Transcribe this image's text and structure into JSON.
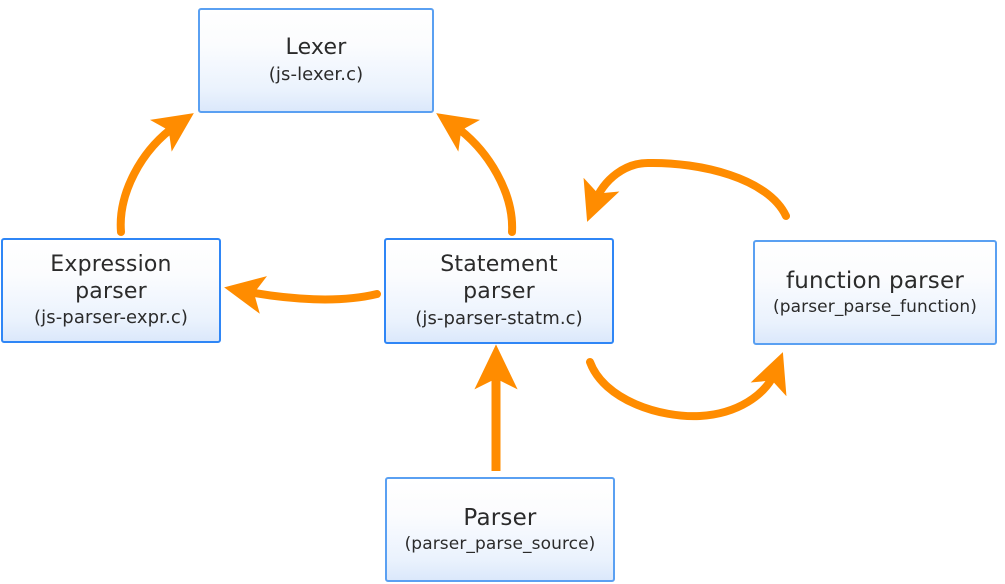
{
  "diagram": {
    "type": "flow-diagram",
    "background_color": "#ffffff",
    "node_border_color": "#5AA0F2",
    "arrow_color": "#FF8C00",
    "nodes": [
      {
        "id": "lexer",
        "title": "Lexer",
        "subtitle": "(js-lexer.c)"
      },
      {
        "id": "expression-parser",
        "title": "Expression\nparser",
        "subtitle": "(js-parser-expr.c)"
      },
      {
        "id": "statement-parser",
        "title": "Statement\nparser",
        "subtitle": "(js-parser-statm.c)"
      },
      {
        "id": "function-parser",
        "title": "function parser",
        "subtitle": "(parser_parse_function)"
      },
      {
        "id": "parser",
        "title": "Parser",
        "subtitle": "(parser_parse_source)"
      }
    ],
    "edges": [
      {
        "id": "expression-to-lexer",
        "from": "expression-parser",
        "to": "lexer",
        "style": "curved"
      },
      {
        "id": "statement-to-lexer",
        "from": "statement-parser",
        "to": "lexer",
        "style": "curved"
      },
      {
        "id": "statement-to-expression",
        "from": "statement-parser",
        "to": "expression-parser",
        "style": "curved"
      },
      {
        "id": "function-to-statement",
        "from": "function-parser",
        "to": "statement-parser",
        "style": "arc-over"
      },
      {
        "id": "statement-to-function",
        "from": "statement-parser",
        "to": "function-parser",
        "style": "arc-under"
      },
      {
        "id": "parser-to-statement",
        "from": "parser",
        "to": "statement-parser",
        "style": "straight"
      }
    ]
  }
}
